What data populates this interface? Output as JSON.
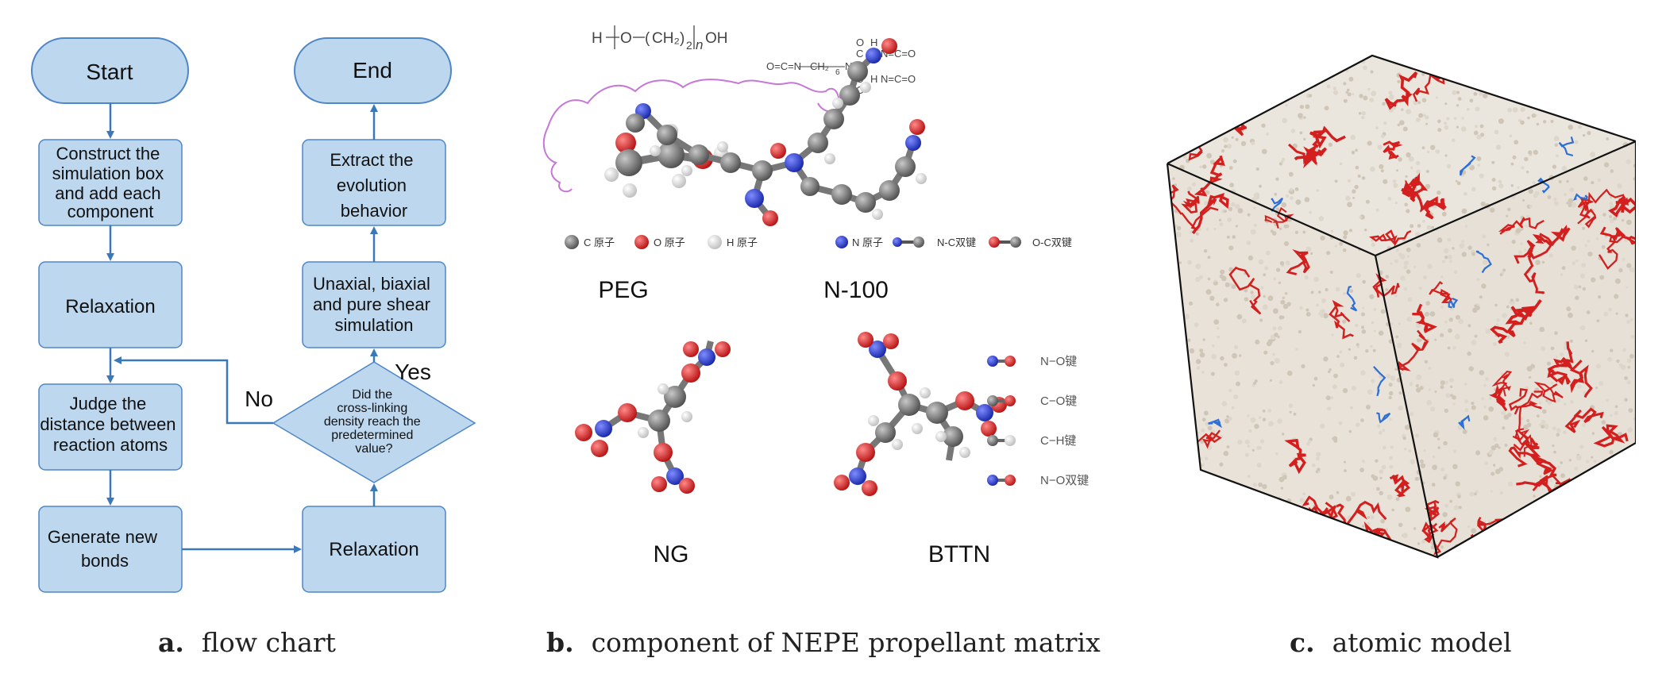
{
  "flowchart": {
    "nodes": {
      "start": "Start",
      "end": "End",
      "construct": [
        "Construct the",
        "simulation box",
        "and add each",
        "component"
      ],
      "relax1": "Relaxation",
      "judge": [
        "Judge the",
        "distance between",
        "reaction atoms"
      ],
      "generate": [
        "Generate new",
        "bonds"
      ],
      "relax2": "Relaxation",
      "decision": [
        "Did the",
        "cross-linking",
        "density reach the",
        "predetermined",
        "value?"
      ],
      "simulation": [
        "Unaxial, biaxial",
        "and pure shear",
        "simulation"
      ],
      "extract": [
        "Extract the",
        "evolution",
        "behavior"
      ]
    },
    "labels": {
      "yes": "Yes",
      "no": "No"
    },
    "colors": {
      "box_fill": "#bdd7ee",
      "box_stroke": "#4f86c6",
      "arrow": "#3a78b8"
    }
  },
  "components": {
    "peg": {
      "name": "PEG",
      "formula": {
        "lead": "H",
        "o": "O",
        "ch2": "CH₂",
        "sub2": "2",
        "n": "n",
        "tail": "OH"
      }
    },
    "n100": {
      "name": "N-100",
      "formula": {
        "left": "O=C=N",
        "unit": "CH₂",
        "sub": "6",
        "row1": "H   N=C=O",
        "row2": "H   N=C=O",
        "c1": "C",
        "c2": "C",
        "o1": "O",
        "o2": "O",
        "n": "N",
        "h": "H"
      }
    },
    "ng": {
      "name": "NG"
    },
    "bttn": {
      "name": "BTTN"
    },
    "atom_legend": [
      {
        "label": "C 原子",
        "color": "#6b6b6b"
      },
      {
        "label": "O 原子",
        "color": "#d41f1f"
      },
      {
        "label": "H 原子",
        "color": "#e6e6e6"
      },
      {
        "label": "N 原子",
        "color": "#2233cc"
      }
    ],
    "bond_legend_top": [
      {
        "label": "N-C双键",
        "c1": "#2233cc",
        "c2": "#6b6b6b"
      },
      {
        "label": "O-C双键",
        "c1": "#d41f1f",
        "c2": "#6b6b6b"
      }
    ],
    "bond_legend_right": [
      {
        "label": "N−O键",
        "c1": "#2233cc",
        "c2": "#d41f1f"
      },
      {
        "label": "C−O键",
        "c1": "#6b6b6b",
        "c2": "#d41f1f"
      },
      {
        "label": "C−H键",
        "c1": "#6b6b6b",
        "c2": "#e6e6e6"
      },
      {
        "label": "N−O双键",
        "c1": "#2233cc",
        "c2": "#d41f1f"
      }
    ]
  },
  "captions": {
    "a": {
      "letter": "a.",
      "text": "flow chart"
    },
    "b": {
      "letter": "b.",
      "text": "component of NEPE propellant matrix"
    },
    "c": {
      "letter": "c.",
      "text": "atomic model"
    }
  }
}
